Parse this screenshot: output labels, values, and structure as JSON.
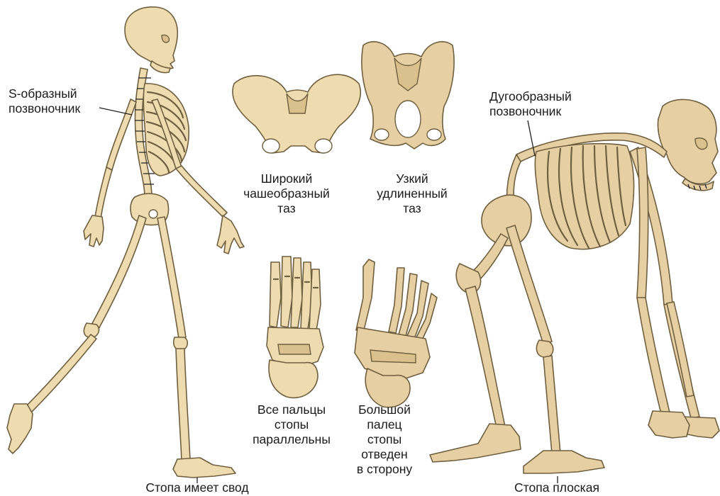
{
  "labels": {
    "human_spine": [
      "S-образный",
      "позвоночник"
    ],
    "ape_spine": [
      "Дугообразный",
      "позвоночник"
    ],
    "human_pelvis": [
      "Широкий",
      "чашеобразный",
      "таз"
    ],
    "ape_pelvis": [
      "Узкий",
      "удлиненный",
      "таз"
    ],
    "human_foot_toes": [
      "Все пальцы",
      "стопы",
      "параллельны"
    ],
    "ape_foot_toes": [
      "Большой",
      "палец",
      "стопы",
      "отведен",
      "в сторону"
    ],
    "human_foot": "Стопа имеет свод",
    "ape_foot": "Стопа плоская"
  },
  "colors": {
    "bone_fill": "#eedcb0",
    "bone_shade": "#d9c08c",
    "bone_stroke": "#6f5f3f",
    "ape_bone_fill": "#e6d0a3",
    "pointer_line": "#222222",
    "text": "#1a1a1a"
  },
  "figures": [
    {
      "name": "human-skeleton",
      "icon": "walking-human-skeleton"
    },
    {
      "name": "ape-skeleton",
      "icon": "knuckle-walking-ape-skeleton"
    },
    {
      "name": "human-pelvis",
      "icon": "wide-bowl-pelvis"
    },
    {
      "name": "ape-pelvis",
      "icon": "narrow-elongated-pelvis"
    },
    {
      "name": "human-foot",
      "icon": "arched-foot-bones"
    },
    {
      "name": "ape-foot",
      "icon": "flat-foot-bones"
    }
  ]
}
